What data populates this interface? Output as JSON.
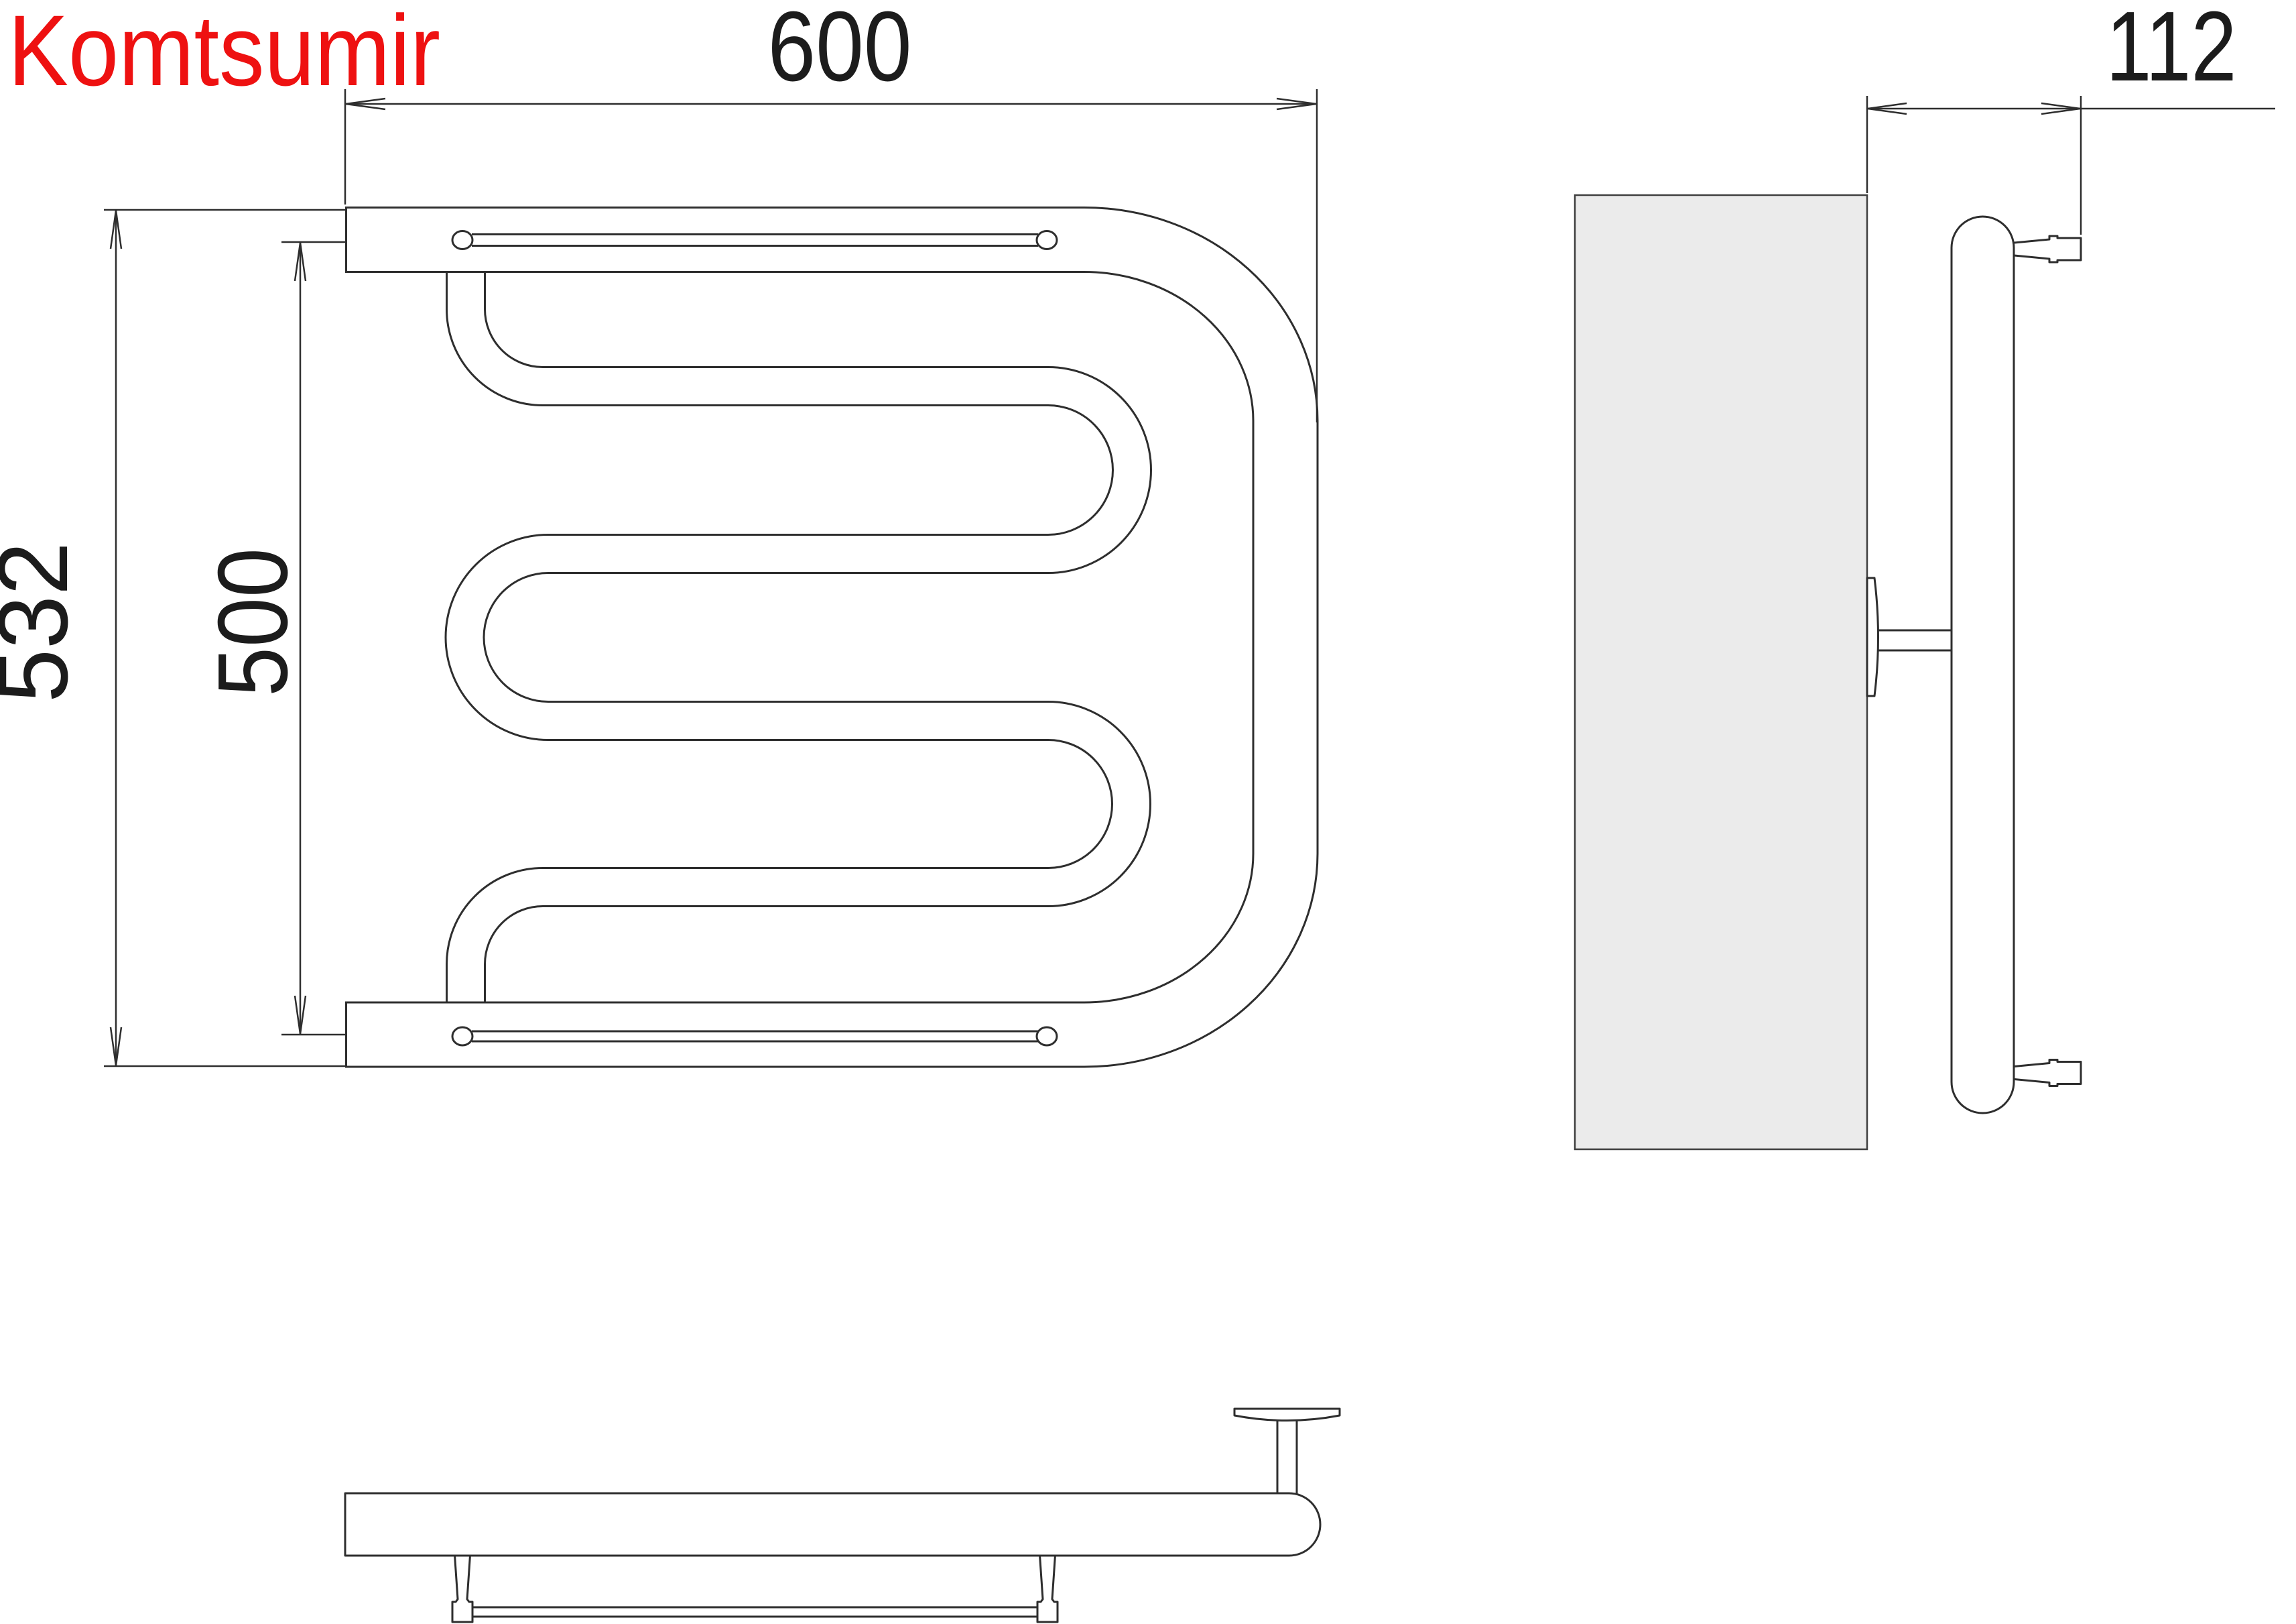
{
  "brand": {
    "label": "Komtsumir",
    "color": "#ee1111"
  },
  "dimensions": {
    "top_width": {
      "label": "600"
    },
    "overall_height": {
      "label": "532"
    },
    "axis_height": {
      "label": "500"
    },
    "depth": {
      "label": "112"
    }
  },
  "colors": {
    "line": "#2e2e2e",
    "dimension_text": "#1c1c1c",
    "wall_fill": "#ebebeb",
    "background": "#ffffff"
  }
}
